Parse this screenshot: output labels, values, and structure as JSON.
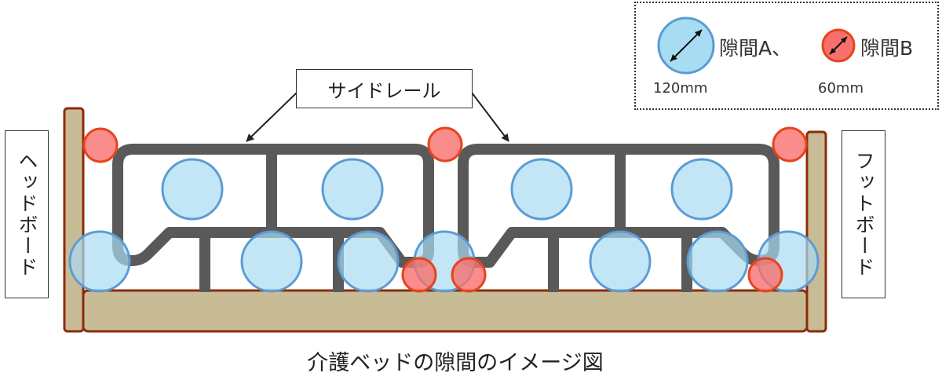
{
  "labels": {
    "head_board": "ヘッドボード",
    "foot_board": "フットボード",
    "side_rail": "サイドレール",
    "caption": "介護ベッドの隙間のイメージ図"
  },
  "legend": {
    "gap_a": {
      "label": "隙間A、",
      "size": "120mm",
      "color": "#a8dcf2",
      "border": "#5b9bd5"
    },
    "gap_b": {
      "label": "隙間B",
      "size": "60mm",
      "color": "#f8706e",
      "border": "#e8431c"
    }
  },
  "colors": {
    "bed_fill": "#c8bc96",
    "bed_border": "#8b2c0a",
    "rail": "#595959"
  }
}
